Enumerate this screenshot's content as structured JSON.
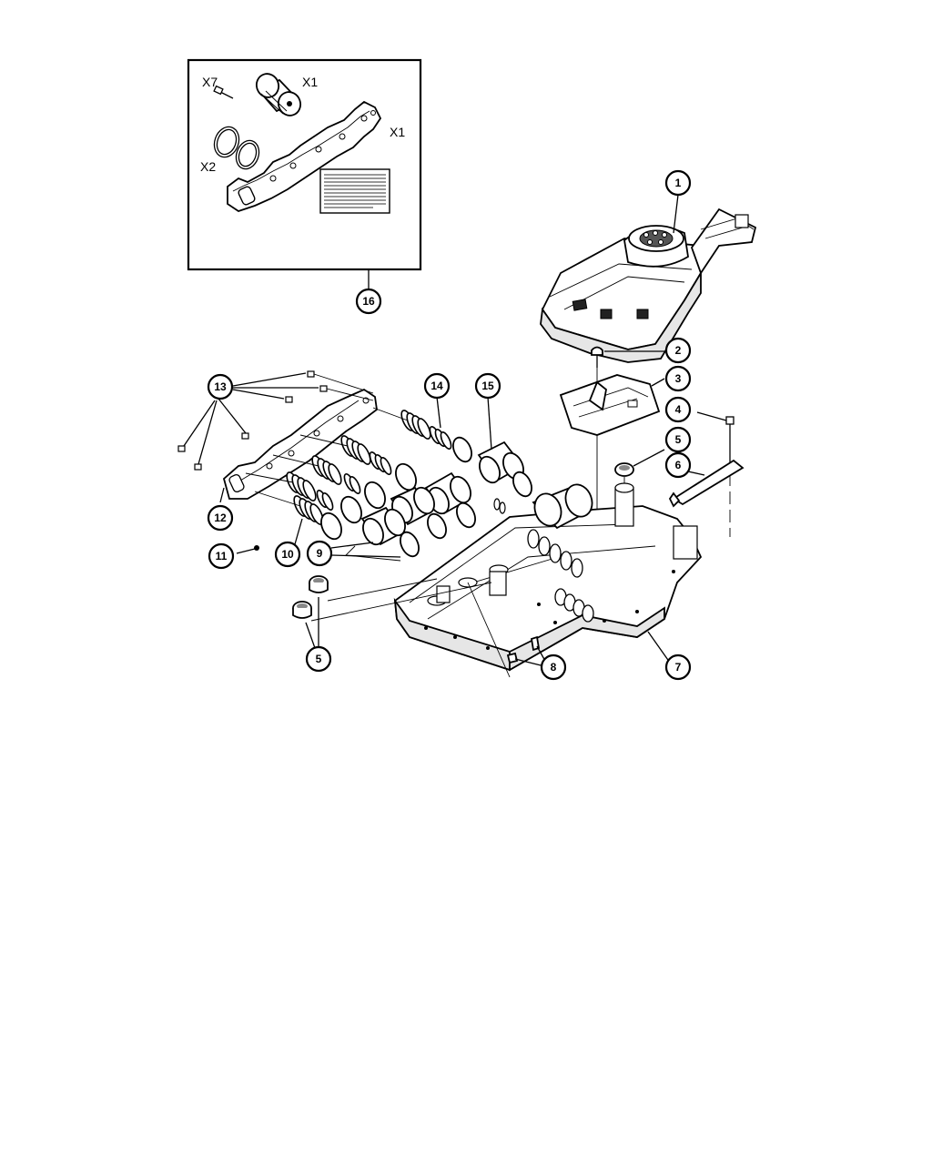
{
  "kit": {
    "qty_screw": "X7",
    "qty_filter": "X1",
    "qty_gasket": "X1",
    "qty_oring": "X2"
  },
  "callouts": [
    "1",
    "2",
    "3",
    "4",
    "5",
    "6",
    "7",
    "8",
    "9",
    "10",
    "11",
    "12",
    "13",
    "14",
    "15",
    "16",
    "5"
  ]
}
